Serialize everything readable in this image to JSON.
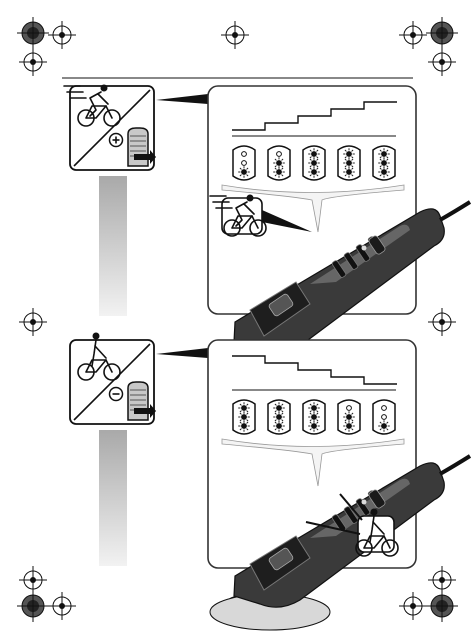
{
  "colors": {
    "ink": "#111111",
    "panel_stroke": "#333333",
    "panel_fill": "#ffffff",
    "tool_body": "#3a3a3a",
    "tool_dark": "#1e1e1e",
    "tool_highlight": "#8a8a8a",
    "gradient_top": "#a9a9a9",
    "gradient_bottom": "#f2f2f2",
    "led_lit": "#111111",
    "led_off": "#ffffff",
    "speech_fill": "#f4f4f4"
  },
  "sections": [
    {
      "mode": "increase",
      "button_sign": "plus",
      "rider_icon": "fast-cyclist-icon",
      "step_direction": "ascending",
      "lit_led_levels": [
        1,
        2,
        3,
        4,
        5
      ]
    },
    {
      "mode": "decrease",
      "button_sign": "minus",
      "rider_icon": "slow-cyclist-icon",
      "step_direction": "descending",
      "lit_led_levels": [
        5,
        4,
        3,
        2,
        1
      ]
    }
  ]
}
